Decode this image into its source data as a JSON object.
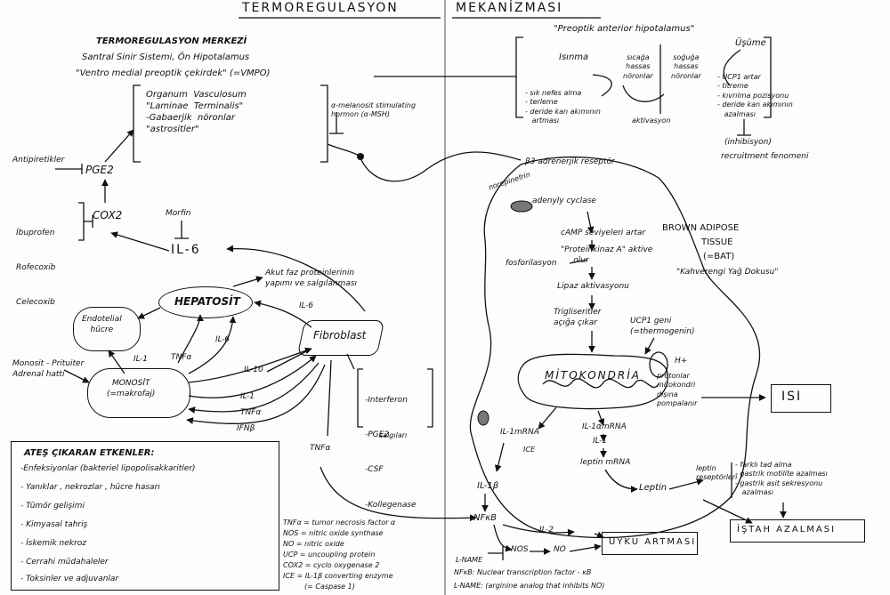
{
  "titles": {
    "left": "TERMOREGULASYON",
    "right": "MEKANİZMASI"
  },
  "center": {
    "title": "TERMOREGULASYON MERKEZİ",
    "line1": "Santral Sinir Sistemi, Ön Hipotalamus",
    "line2": "\"Ventro medial preoptik çekirdek\"  (=VMPO)"
  },
  "ovlt": {
    "lines": "Organum  Vasculosum\n\"Laminae  Terminalis\"\n-Gabaerjik  nöronlar\n\"astrositler\""
  },
  "amsh": "α-melanosit stimulating\nhormon (α-MSH)",
  "antipiretikler": "Antipiretikler",
  "pge2": "PGE2",
  "nsaids": [
    "İbuprofen",
    "Rofecoxib",
    "Celecoxib"
  ],
  "cox2": "COX2",
  "morfin": "Morfin",
  "il6_main": "IL-6",
  "akut_faz": "Akut faz proteinlerinin\nyapımı ve salgılanması",
  "hepatosit": "HEPATOSİT",
  "endotel": "Endotelial\nhücre",
  "monosit_prl": "Monosit - Prituiter\nAdrenal hattı",
  "monosit": "MONOSİT\n(=makrofaj)",
  "fibroblast": "Fibroblast",
  "cytokine_labels": {
    "il1_left": "IL-1",
    "tnf_left": "TNFα",
    "il6_mid": "IL-6",
    "il10": "IL-10",
    "il6_fib": "IL-6",
    "il1_mid": "IL-1",
    "tnf_mid": "TNFα",
    "ifnb": "IFNβ",
    "tnf_low": "TNFα"
  },
  "fib_products": {
    "items": [
      "-Interferon",
      "-PGE2",
      "-CSF",
      "-Kollegenase"
    ],
    "footer": "salgıları"
  },
  "ates": {
    "title": "ATEŞ ÇIKARAN ETKENLER:",
    "items": [
      "-Enfeksiyonlar (bakteriel lipopolisakkaritler)",
      "- Yanıklar , nekrozlar , hücre hasarı",
      "- Tümör gelişimi",
      "- Kimyasal tahriş",
      "- İskemik nekroz",
      "- Cerrahi müdahaleler",
      "- Toksinler ve adjuvanlar"
    ]
  },
  "abbrev": [
    "TNFα = tumor necrosis factor α",
    "NOS = nitric oxide synthase",
    "NO = nitric oxide",
    "UCP = uncoupling protein",
    "COX2 = cyclo oxygenase 2",
    "ICE = IL-1β converting enzyme",
    "(= Caspase 1)"
  ],
  "hypo": {
    "title": "\"Preoptik anterior hipotalamus\"",
    "isinma": "Isınma",
    "sicaga": "sıcağa\nhassas\nnöronlar",
    "soguga": "soğuğa\nhassas\nnöronlar",
    "usume": "Üşüme",
    "heat_effects": "- sık nefes alma\n- terleme\n- deride kan akımının\n   artması",
    "cold_effects": "- UCP1 artar\n- titreme\n- kıvrılma pozisyonu\n- deride kan akımının\n   azalması",
    "aktivasyon": "aktivasyon",
    "inhibisyon": "(inhibisyon)",
    "recruitment": "recruitment fenomeni"
  },
  "b3": "β3 adrenerjik reseptör",
  "norepinefrin": "norepinefrin",
  "bat": {
    "adenyly": "adenyly cyclase",
    "camp": "cAMP seviyeleri artar",
    "protein_kinaz": "\"Proteinkinaz A\" aktive\n     olur",
    "fosfor": "fosforilasyon",
    "lipaz": "Lipaz aktivasyonu",
    "trig": "Trigliseritler\naçığa çıkar",
    "ucp1": "UCP1 geni\n(=thermogenin)",
    "mito": "MİTOKONDRİA",
    "hplus": "H+",
    "proton": "protonlar\nmitokondri\ndışına\npompalanır",
    "title1": "BROWN ADIPOSE",
    "title2": "TISSUE",
    "title3": "(=BAT)",
    "kahve": "\"Kahverengi Yağ Dokusu\"",
    "il1mrna": "IL-1mRNA",
    "il1amrna": "IL-1αmRNA",
    "il1": "IL-1",
    "leptin_mrna": "leptin mRNA",
    "ice": "ICE",
    "il1b": "IL-1β",
    "nfkb": "NFκB",
    "il2": "IL-2",
    "nos": "NOS",
    "no": "NO",
    "lname": "L-NAME",
    "leptin": "Leptin",
    "leptin_res": "leptin\nreseptörleri"
  },
  "isi": "ISI",
  "uyku": "UYKU ARTMASI",
  "istah": "İŞTAH AZALMASI",
  "appetite": "- farklı tad alma\n- gastrik motilite azalması\n- gastrik asit sekresyonu\n   azalması",
  "footer": [
    "NFκB: Nuclear transcription factor - κB",
    "L-NAME: (arginine analog that inhibits NO)"
  ]
}
